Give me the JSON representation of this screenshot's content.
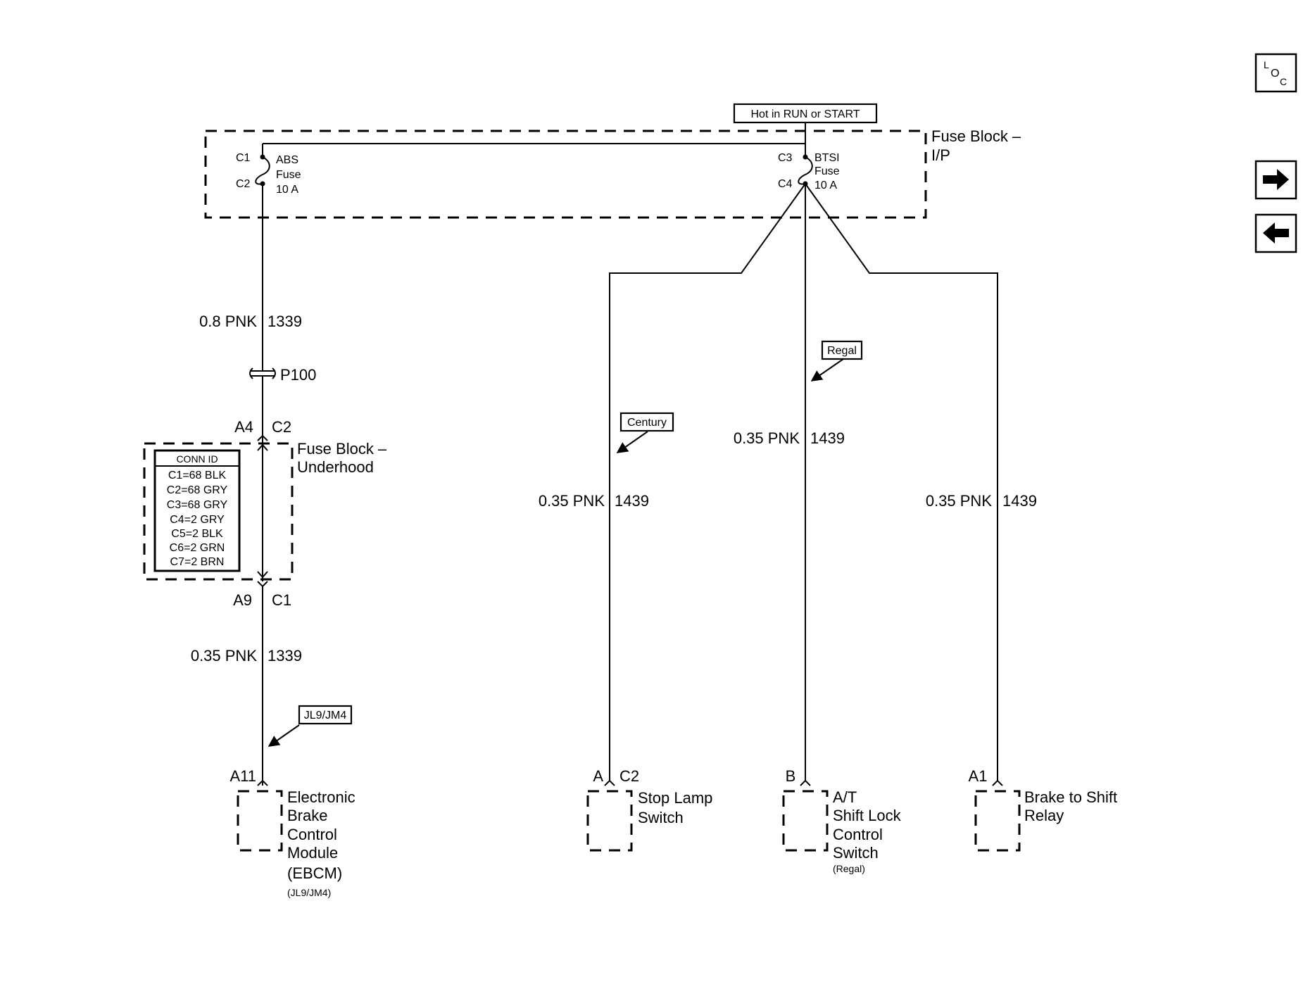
{
  "power_label": "Hot in RUN or START",
  "fuse_block_ip": {
    "line1": "Fuse Block –",
    "line2": "I/P"
  },
  "abs_fuse": {
    "top_pin": "C1",
    "bottom_pin": "C2",
    "line1": "ABS",
    "line2": "Fuse",
    "line3": "10 A"
  },
  "btsi_fuse": {
    "top_pin": "C3",
    "bottom_pin": "C4",
    "line1": "BTSI",
    "line2": "Fuse",
    "line3": "10 A"
  },
  "wire_left_upper": {
    "gauge": "0.8 PNK",
    "circuit": "1339"
  },
  "splice": "P100",
  "fuse_block_underhood": {
    "line1": "Fuse Block –",
    "line2": "Underhood",
    "top_left_pin": "A4",
    "top_right_pin": "C2",
    "bottom_left_pin": "A9",
    "bottom_right_pin": "C1"
  },
  "conn_id": {
    "header": "CONN ID",
    "rows": [
      "C1=68 BLK",
      "C2=68 GRY",
      "C3=68 GRY",
      "C4=2 GRY",
      "C5=2 BLK",
      "C6=2 GRN",
      "C7=2 BRN"
    ]
  },
  "wire_left_lower": {
    "gauge": "0.35 PNK",
    "circuit": "1339"
  },
  "option_tags": {
    "jl9": "JL9/JM4",
    "century": "Century",
    "regal": "Regal"
  },
  "wire_stop_lamp": {
    "gauge": "0.35 PNK",
    "circuit": "1439"
  },
  "wire_shift_lock": {
    "gauge": "0.35 PNK",
    "circuit": "1439"
  },
  "wire_relay": {
    "gauge": "0.35 PNK",
    "circuit": "1439"
  },
  "ebcm": {
    "pin": "A11",
    "lines": [
      "Electronic",
      "Brake",
      "Control",
      "Module",
      "(EBCM)"
    ],
    "note": "(JL9/JM4)"
  },
  "stop_lamp": {
    "pin_left": "A",
    "pin_right": "C2",
    "lines": [
      "Stop Lamp",
      "Switch"
    ]
  },
  "shift_lock": {
    "pin": "B",
    "lines": [
      "A/T",
      "Shift Lock",
      "Control",
      "Switch"
    ],
    "note": "(Regal)"
  },
  "relay": {
    "pin": "A1",
    "lines": [
      "Brake to Shift",
      "Relay"
    ]
  },
  "nav": {
    "loc_l": "L",
    "loc_o": "O",
    "loc_c": "C",
    "next_icon": "arrow-right-icon",
    "prev_icon": "arrow-left-icon"
  }
}
